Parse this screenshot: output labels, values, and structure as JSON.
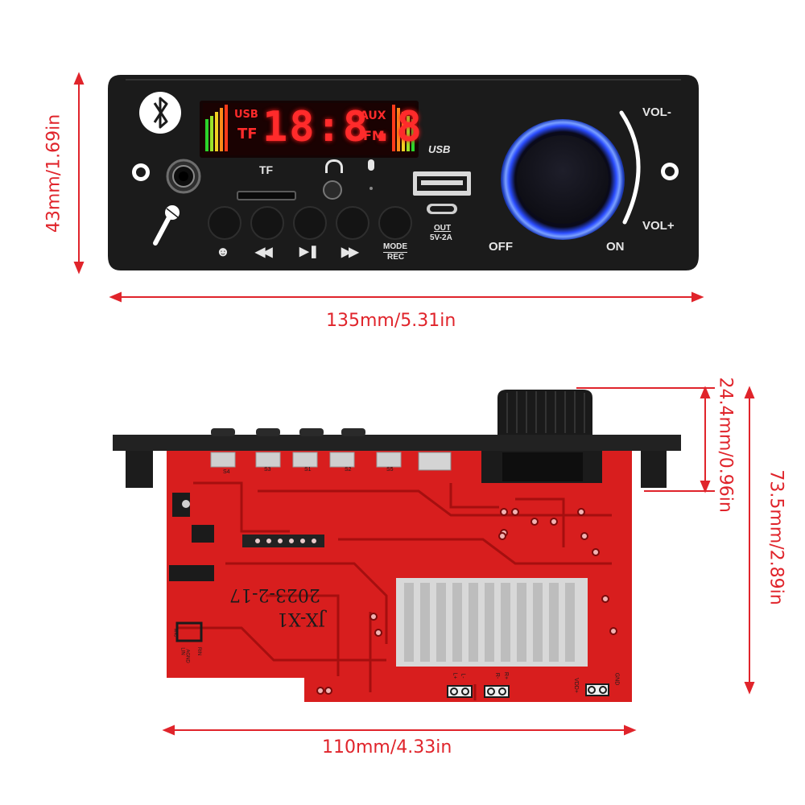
{
  "dimensions": {
    "top_width": "135mm/5.31in",
    "top_height": "43mm/1.69in",
    "bottom_width": "110mm/4.33in",
    "knob_height": "24.4mm/0.96in",
    "bottom_height": "73.5mm/2.89in"
  },
  "front_panel": {
    "display": {
      "usb": "USB",
      "tf_small": "TF",
      "digits": "18:8.8",
      "aux": "AUX",
      "fm": "FM"
    },
    "tf_slot_label": "TF",
    "usb_logo": "USB",
    "out_label": "OUT",
    "out_spec": "5V-2A",
    "mode_label": "MODE",
    "rec_label": "REC",
    "vol_minus": "VOL-",
    "vol_plus": "VOL+",
    "off_label": "OFF",
    "on_label": "ON"
  },
  "pcb": {
    "date": "2023-2-17",
    "model": "JX-X1",
    "switch_labels": [
      "S4",
      "S3",
      "S1",
      "S2",
      "S5"
    ],
    "input_labels": [
      "MIC",
      "AGND",
      "LIN",
      "RIN"
    ],
    "speaker_labels": [
      "L+",
      "L-",
      "R-",
      "R+"
    ],
    "power_labels": [
      "VDD+",
      "GND"
    ]
  },
  "colors": {
    "dimension_red": "#e0242b",
    "panel_black": "#1b1b1b",
    "pcb_red": "#d81e1e",
    "display_red": "#ff2b2b",
    "knob_ring_blue": "#3a6cff"
  }
}
